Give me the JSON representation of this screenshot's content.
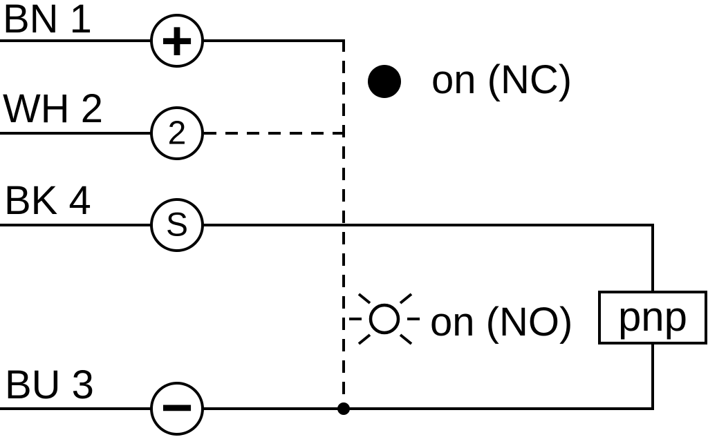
{
  "diagram": {
    "type": "sensor-wiring-diagram",
    "colors": {
      "line": "#000000",
      "background": "#ffffff"
    },
    "wires": [
      {
        "label": "BN 1",
        "terminal_symbol": "+",
        "terminal_icon": "plus-terminal-icon"
      },
      {
        "label": "WH 2",
        "terminal_symbol": "2",
        "terminal_icon": "pin2-terminal-icon"
      },
      {
        "label": "BK 4",
        "terminal_symbol": "S",
        "terminal_icon": "switch-terminal-icon"
      },
      {
        "label": "BU 3",
        "terminal_symbol": "−",
        "terminal_icon": "minus-terminal-icon"
      }
    ],
    "states": [
      {
        "icon": "filled-dot-icon",
        "label": "on (NC)"
      },
      {
        "icon": "lamp-icon",
        "label": "on (NO)"
      }
    ],
    "output": {
      "label": "pnp"
    }
  }
}
